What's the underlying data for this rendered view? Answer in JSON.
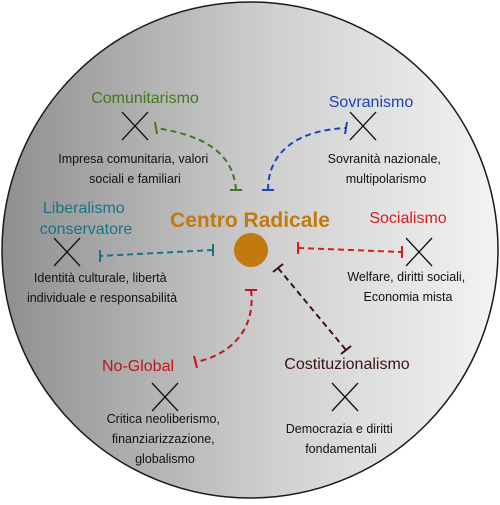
{
  "colors": {
    "center": "#c07a10",
    "comunitarismo": "#3f7a1f",
    "sovranismo": "#1a45b8",
    "liberalismo": "#177488",
    "socialismo": "#d61e1e",
    "noglobal": "#c0141e",
    "costituzionalismo": "#3d1414"
  },
  "center": {
    "title": "Centro Radicale"
  },
  "nodes": {
    "comunitarismo": {
      "title": "Comunitarismo",
      "desc": [
        "Impresa comunitaria, valori",
        "sociali e familiari"
      ]
    },
    "sovranismo": {
      "title": "Sovranismo",
      "desc": [
        "Sovranità nazionale,",
        "multipolarismo"
      ]
    },
    "liberalismo": {
      "title": [
        "Liberalismo",
        "conservatore"
      ],
      "desc": [
        "Identità culturale, libertà",
        "individuale e responsabilità"
      ]
    },
    "socialismo": {
      "title": "Socialismo",
      "desc": [
        "Welfare, diritti sociali,",
        "Economia mista"
      ]
    },
    "noglobal": {
      "title": "No-Global",
      "desc": [
        "Critica neoliberismo,",
        "finanziarizzazione,",
        "globalismo"
      ]
    },
    "costituzionalismo": {
      "title": "Costituzionalismo",
      "desc": [
        "Democrazia e diritti",
        "fondamentali"
      ]
    }
  }
}
